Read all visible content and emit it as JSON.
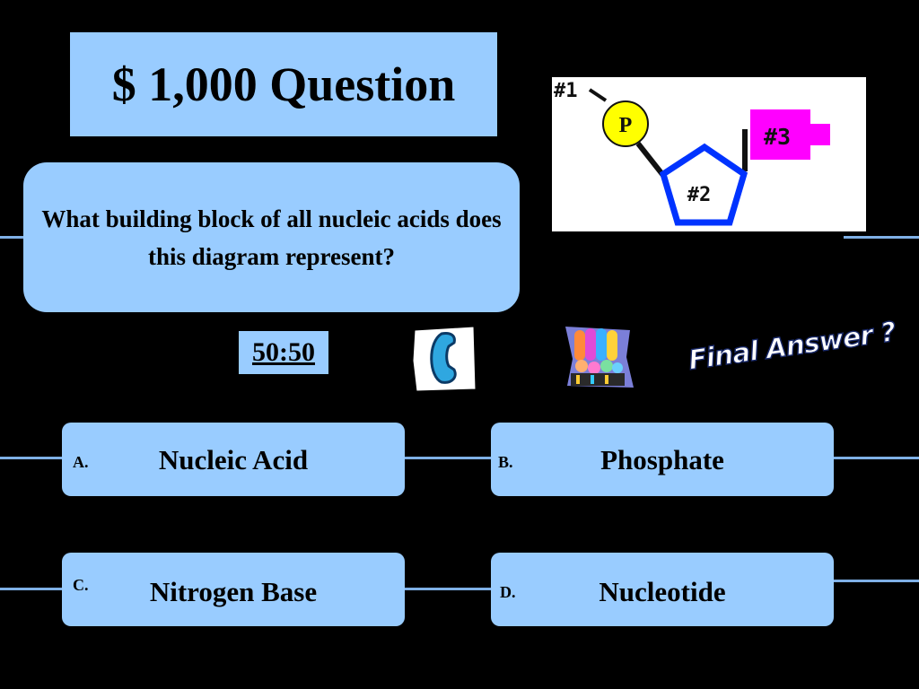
{
  "title": "$ 1,000 Question",
  "question": "What building block of all nucleic acids does this diagram represent?",
  "diagram": {
    "label_1": "#1",
    "label_p": "P",
    "label_2": "#2",
    "label_3": "#3",
    "colors": {
      "phosphate": "#ffff00",
      "sugar": "#0033ff",
      "base": "#ff00ff"
    }
  },
  "lifelines": {
    "fifty_fifty": "50:50",
    "phone_icon": "phone-icon",
    "audience_icon": "audience-icon",
    "final_answer": "Final Answer ?"
  },
  "answers": [
    {
      "letter": "A.",
      "text": "Nucleic Acid"
    },
    {
      "letter": "B.",
      "text": "Phosphate"
    },
    {
      "letter": "C.",
      "text": "Nitrogen Base"
    },
    {
      "letter": "D.",
      "text": "Nucleotide"
    }
  ],
  "colors": {
    "background": "#000000",
    "panel": "#99ccff",
    "line": "#7fb0e6"
  }
}
